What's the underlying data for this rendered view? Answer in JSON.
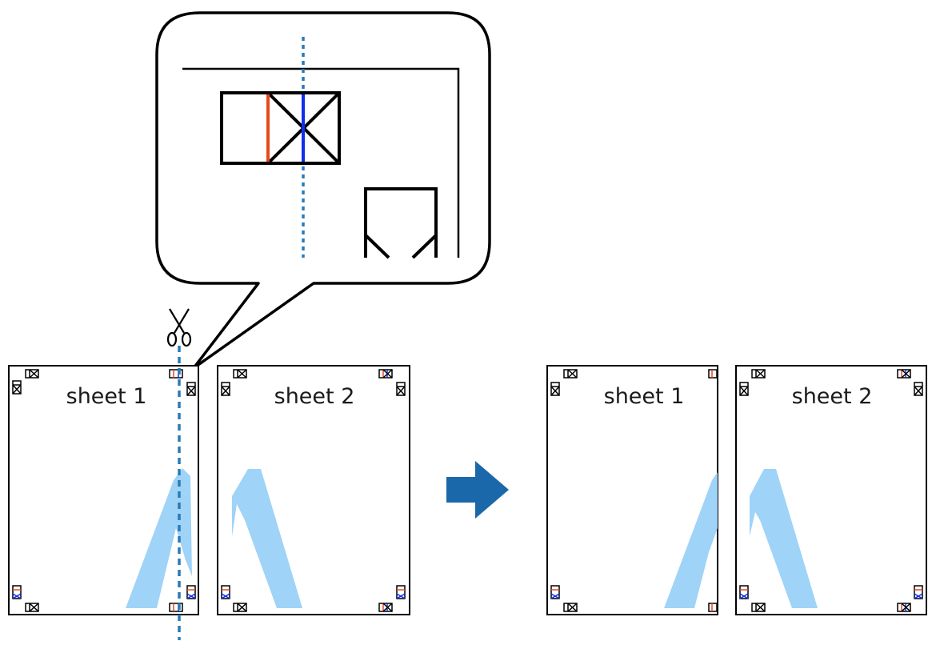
{
  "sheets": {
    "before_left": "sheet 1",
    "before_right": "sheet 2",
    "after_left": "sheet 1",
    "after_right": "sheet 2"
  },
  "icons": {
    "scissors": "scissors-icon",
    "arrow": "right-arrow-icon"
  },
  "colors": {
    "outline": "#000000",
    "cut_line": "#2a7bb5",
    "orange_mark": "#e8481c",
    "blue_mark": "#1030e8",
    "shape_fill": "#9fd3f7",
    "arrow": "#1a68aa"
  }
}
